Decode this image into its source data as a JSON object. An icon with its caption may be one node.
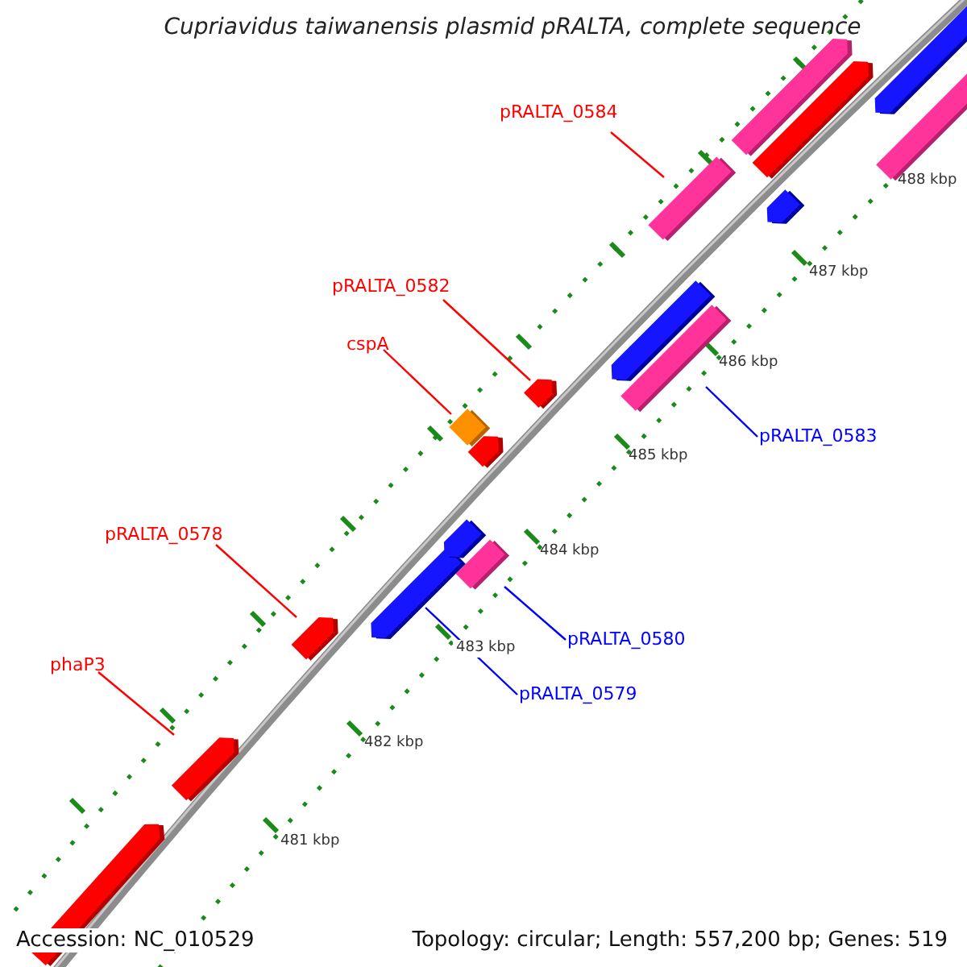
{
  "diagram": {
    "title": "Cupriavidus taiwanensis plasmid pRALTA, complete sequence",
    "nodes": [
      {
        "text": [
          "pRALTA_0584"
        ]
      },
      {
        "text": [
          "pRALTA_0582"
        ]
      },
      {
        "text": [
          "cspA"
        ]
      },
      {
        "text": [
          "pRALTA_0583"
        ]
      },
      {
        "text": [
          "pRALTA_0578"
        ]
      },
      {
        "text": [
          "pRALTA_0580"
        ]
      },
      {
        "text": [
          "phaP3"
        ]
      },
      {
        "text": [
          "pRALTA_0579"
        ]
      },
      {
        "text": [],
        "shape": "bar"
      },
      {
        "text": [],
        "shape": "bar"
      },
      {
        "text": [],
        "shape": "box"
      },
      {
        "text": [],
        "shape": "bar"
      },
      {
        "text": [],
        "shape": "bar"
      },
      {
        "text": [],
        "shape": "bar"
      },
      {
        "text": [],
        "shape": "bar"
      },
      {
        "text": [],
        "shape": "bar"
      },
      {
        "text": [],
        "shape": "bar"
      },
      {
        "text": [],
        "shape": "bar"
      },
      {
        "text": [],
        "shape": "bar"
      },
      {
        "text": [],
        "shape": "bar"
      },
      {
        "text": [],
        "shape": "bar"
      },
      {
        "text": [],
        "shape": "bar"
      },
      {
        "text": [],
        "shape": "bar"
      },
      {
        "text": [],
        "shape": "bar"
      },
      {
        "text": [],
        "shape": "bar"
      }
    ],
    "edges": [
      {
        "from": 0,
        "to": 8,
        "arrow": "none"
      },
      {
        "from": 1,
        "to": 9,
        "arrow": "none"
      },
      {
        "from": 2,
        "to": 10,
        "arrow": "none"
      },
      {
        "from": 3,
        "to": 11,
        "arrow": "none",
        "color": "#0000ff"
      },
      {
        "from": 4,
        "to": 12,
        "arrow": "none"
      },
      {
        "from": 5,
        "to": 13,
        "arrow": "none",
        "color": "#0000ff"
      },
      {
        "from": 6,
        "to": 14,
        "arrow": "none"
      },
      {
        "from": 7,
        "to": 15,
        "arrow": "none",
        "color": "#0000ff"
      }
    ],
    "labels": [
      "488 kbp",
      "487 kbp",
      "486 kbp",
      "485 kbp",
      "484 kbp",
      "483 kbp",
      "482 kbp",
      "481 kbp",
      "Accession: NC_010529",
      "Topology: circular; Length: 557,200 bp; Genes: 519"
    ]
  }
}
